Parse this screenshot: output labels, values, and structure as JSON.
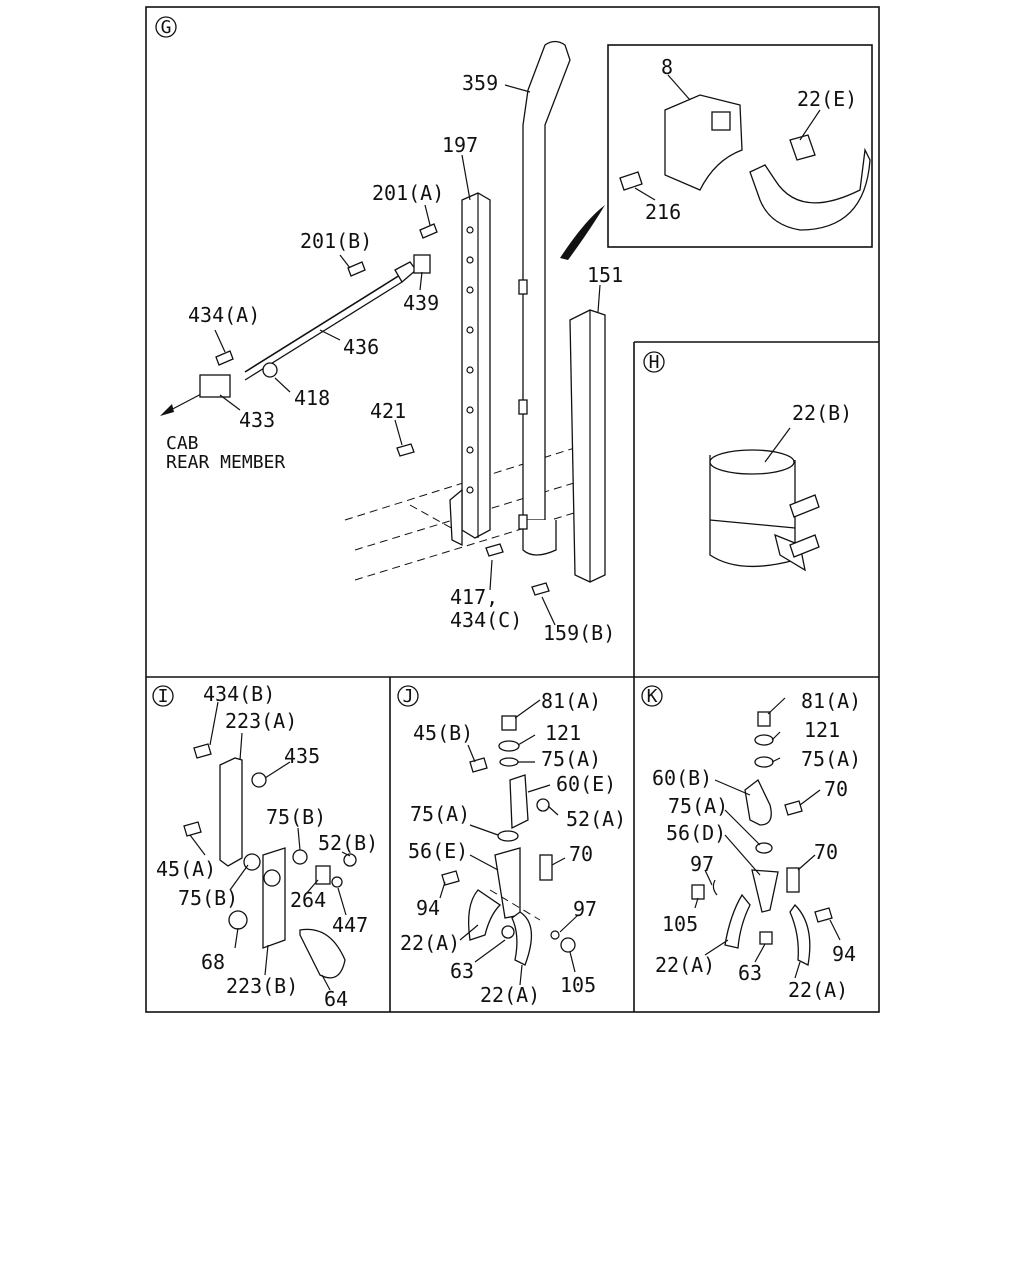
{
  "sections": {
    "G": {
      "marker": "G"
    },
    "H": {
      "marker": "H"
    },
    "I": {
      "marker": "I"
    },
    "J": {
      "marker": "J"
    },
    "K": {
      "marker": "K"
    }
  },
  "labels": {
    "g_359": "359",
    "g_197": "197",
    "g_201a": "201(A)",
    "g_201b": "201(B)",
    "g_439": "439",
    "g_434a": "434(A)",
    "g_436": "436",
    "g_418": "418",
    "g_433": "433",
    "g_cab1": "CAB",
    "g_cab2": "REAR MEMBER",
    "g_421": "421",
    "g_151": "151",
    "g_417": "417,",
    "g_434c": "434(C)",
    "g_159b": "159(B)",
    "g_8": "8",
    "g_22e": "22(E)",
    "g_216": "216",
    "h_22b": "22(B)",
    "i_434b": "434(B)",
    "i_223a": "223(A)",
    "i_435": "435",
    "i_75b_1": "75(B)",
    "i_52b": "52(B)",
    "i_45a": "45(A)",
    "i_75b_2": "75(B)",
    "i_264": "264",
    "i_447": "447",
    "i_68": "68",
    "i_223b": "223(B)",
    "i_64": "64",
    "j_81a": "81(A)",
    "j_121": "121",
    "j_45b": "45(B)",
    "j_75a_1": "75(A)",
    "j_60e": "60(E)",
    "j_52a": "52(A)",
    "j_75a_2": "75(A)",
    "j_56e": "56(E)",
    "j_70": "70",
    "j_94": "94",
    "j_97": "97",
    "j_22a_1": "22(A)",
    "j_63": "63",
    "j_22a_2": "22(A)",
    "j_105": "105",
    "k_81a": "81(A)",
    "k_121": "121",
    "k_60b": "60(B)",
    "k_75a_1": "75(A)",
    "k_70_1": "70",
    "k_75a_2": "75(A)",
    "k_56d": "56(D)",
    "k_70_2": "70",
    "k_97": "97",
    "k_105": "105",
    "k_94": "94",
    "k_22a_1": "22(A)",
    "k_63": "63",
    "k_22a_2": "22(A)"
  }
}
